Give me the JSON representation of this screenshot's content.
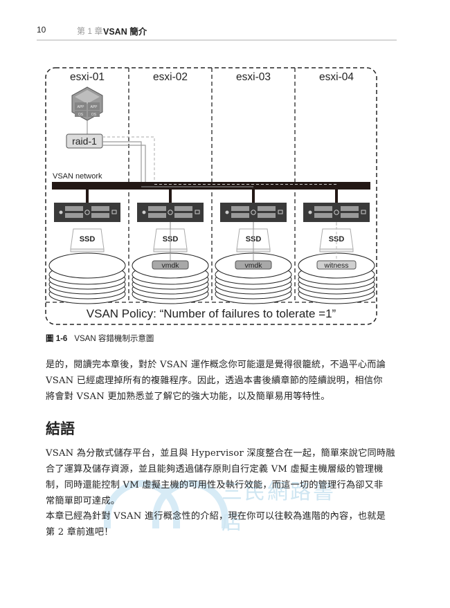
{
  "header": {
    "page_number": "10",
    "chapter_label": "第 1 章",
    "chapter_title": "VSAN 簡介"
  },
  "figure": {
    "hosts": [
      {
        "name": "esxi-01",
        "disk_label": "SSD",
        "object_label": ""
      },
      {
        "name": "esxi-02",
        "disk_label": "SSD",
        "object_label": "vmdk"
      },
      {
        "name": "esxi-03",
        "disk_label": "SSD",
        "object_label": "vmdk"
      },
      {
        "name": "esxi-04",
        "disk_label": "SSD",
        "object_label": "witness"
      }
    ],
    "vm_icon": {
      "app_labels": [
        "APP",
        "APP"
      ],
      "os_labels": [
        "OS",
        "OS"
      ]
    },
    "raid_label": "raid-1",
    "network_label": "VSAN network",
    "policy_text": "VSAN Policy: “Number of failures to tolerate =1”",
    "colors": {
      "network_bar": "#231815",
      "server": "#3a3a3a",
      "disk_fill": "#ffffff",
      "object_fill": "#a8a8a8",
      "witness_fill": "#d0d0d0"
    }
  },
  "caption": {
    "number": "圖 1-6",
    "text": "VSAN 容錯機制示意圖"
  },
  "paragraph1": {
    "lines": [
      "是的，閱讀完本章後，對於 VSAN 運作概念你可能還是覺得很籠統，不過平心而論",
      "VSAN 已經處理掉所有的複雜程序。因此，透過本書後續章節的陸續說明，相信你",
      "將會對 VSAN 更加熟悉並了解它的強大功能，以及簡單易用等特性。"
    ]
  },
  "section": {
    "heading": "結語"
  },
  "paragraph2": {
    "lines": [
      "VSAN 為分散式儲存平台，並且與 Hypervisor 深度整合在一起，簡單來說它同時融",
      "合了運算及儲存資源，並且能夠透過儲存原則自行定義 VM 虛擬主機層級的管理機",
      "制，同時還能控制 VM 虛擬主機的可用性及執行效能，而這一切的管理行為卻又非",
      "常簡單即可達成。"
    ]
  },
  "paragraph3": {
    "lines": [
      "本章已經為針對 VSAN 進行概念性的介紹，現在你可以往較為進階的內容，也就是",
      "第 2 章前進吧！"
    ]
  },
  "watermark": {
    "text": "三民網路書店"
  }
}
